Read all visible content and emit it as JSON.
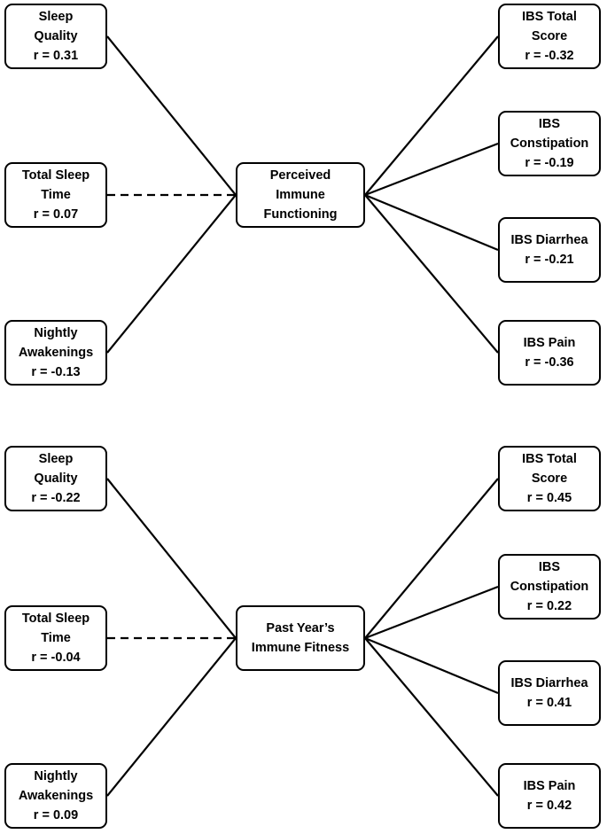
{
  "panels": [
    {
      "center": {
        "lines": [
          "Perceived",
          "Immune",
          "Functioning"
        ]
      },
      "left": [
        {
          "lines": [
            "Sleep",
            "Quality",
            "r = 0.31"
          ],
          "line_style": "solid"
        },
        {
          "lines": [
            "Total Sleep",
            "Time",
            "r = 0.07"
          ],
          "line_style": "dashed"
        },
        {
          "lines": [
            "Nightly",
            "Awakenings",
            "r = -0.13"
          ],
          "line_style": "solid"
        }
      ],
      "right": [
        {
          "lines": [
            "IBS Total",
            "Score",
            "r = -0.32"
          ],
          "line_style": "solid"
        },
        {
          "lines": [
            "IBS",
            "Constipation",
            "r = -0.19"
          ],
          "line_style": "solid"
        },
        {
          "lines": [
            "IBS Diarrhea",
            "r = -0.21"
          ],
          "line_style": "solid"
        },
        {
          "lines": [
            "IBS Pain",
            "r = -0.36"
          ],
          "line_style": "solid"
        }
      ]
    },
    {
      "center": {
        "lines": [
          "Past Year’s",
          "Immune Fitness"
        ]
      },
      "left": [
        {
          "lines": [
            "Sleep",
            "Quality",
            "r = -0.22"
          ],
          "line_style": "solid"
        },
        {
          "lines": [
            "Total Sleep",
            "Time",
            "r = -0.04"
          ],
          "line_style": "dashed"
        },
        {
          "lines": [
            "Nightly",
            "Awakenings",
            "r = 0.09"
          ],
          "line_style": "solid"
        }
      ],
      "right": [
        {
          "lines": [
            "IBS Total",
            "Score",
            "r = 0.45"
          ],
          "line_style": "solid"
        },
        {
          "lines": [
            "IBS",
            "Constipation",
            "r = 0.22"
          ],
          "line_style": "solid"
        },
        {
          "lines": [
            "IBS Diarrhea",
            "r = 0.41"
          ],
          "line_style": "solid"
        },
        {
          "lines": [
            "IBS Pain",
            "r = 0.42"
          ],
          "line_style": "solid"
        }
      ]
    }
  ]
}
